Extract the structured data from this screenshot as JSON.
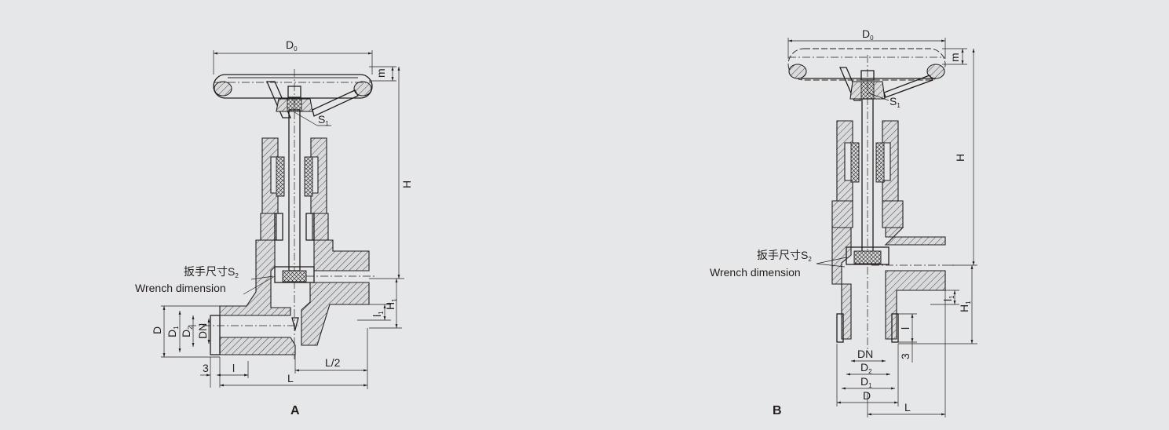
{
  "figure_a": {
    "label": "A",
    "dims": {
      "D0": "D",
      "D0_sub": "0",
      "m": "m",
      "H": "H",
      "S1": "S",
      "S1_sub": "1",
      "H1": "H",
      "H1_sub": "1",
      "l1": "l",
      "l1_sub": "1",
      "D": "D",
      "D1": "D",
      "D1_sub": "1",
      "D2": "D",
      "D2_sub": "2",
      "DN": "DN",
      "three": "3",
      "l": "l",
      "L": "L",
      "L2": "L/2"
    },
    "wrench_cn": "扳手尺寸S",
    "wrench_cn_sub": "2",
    "wrench_en": "Wrench dimension"
  },
  "figure_b": {
    "label": "B",
    "dims": {
      "D0": "D",
      "D0_sub": "0",
      "m": "m",
      "H": "H",
      "S1": "S",
      "S1_sub": "1",
      "H1": "H",
      "H1_sub": "1",
      "l1": "l",
      "l1_sub": "1",
      "l": "l",
      "three": "3",
      "DN": "DN",
      "D2": "D",
      "D2_sub": "2",
      "D1": "D",
      "D1_sub": "1",
      "D": "D",
      "L": "L"
    },
    "wrench_cn": "扳手尺寸S",
    "wrench_cn_sub": "2",
    "wrench_en": "Wrench dimension"
  }
}
